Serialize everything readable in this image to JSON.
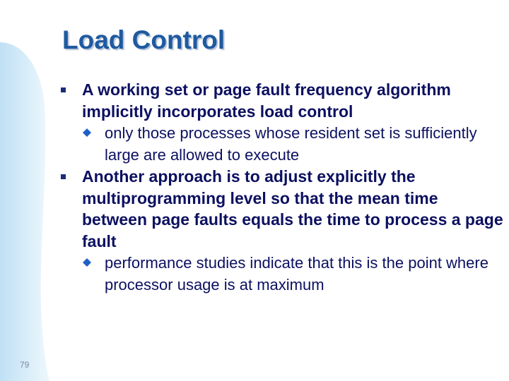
{
  "slide": {
    "title": "Load Control",
    "page_number": "79",
    "bullets": [
      {
        "text": "A working set or page fault frequency algorithm implicitly incorporates load control",
        "sub": [
          "only those processes whose resident set is sufficiently large are allowed to execute"
        ]
      },
      {
        "text": "Another approach is to adjust explicitly the multiprogramming level so that the mean time between page faults equals the time to process a page fault",
        "sub": [
          "performance studies indicate that this is the point where processor usage is at maximum"
        ]
      }
    ]
  },
  "colors": {
    "title": "#1e5aa0",
    "body_text": "#0c1060",
    "bullet_square": "#1a2d7a",
    "sub_bullet_diamond": "#1f5fc8",
    "swoosh_light": "#d8eefa",
    "swoosh_mid": "#bfe0f4"
  },
  "icons": {
    "level1_bullet": "square-bullet-icon",
    "level2_bullet": "diamond-bullet-icon"
  }
}
